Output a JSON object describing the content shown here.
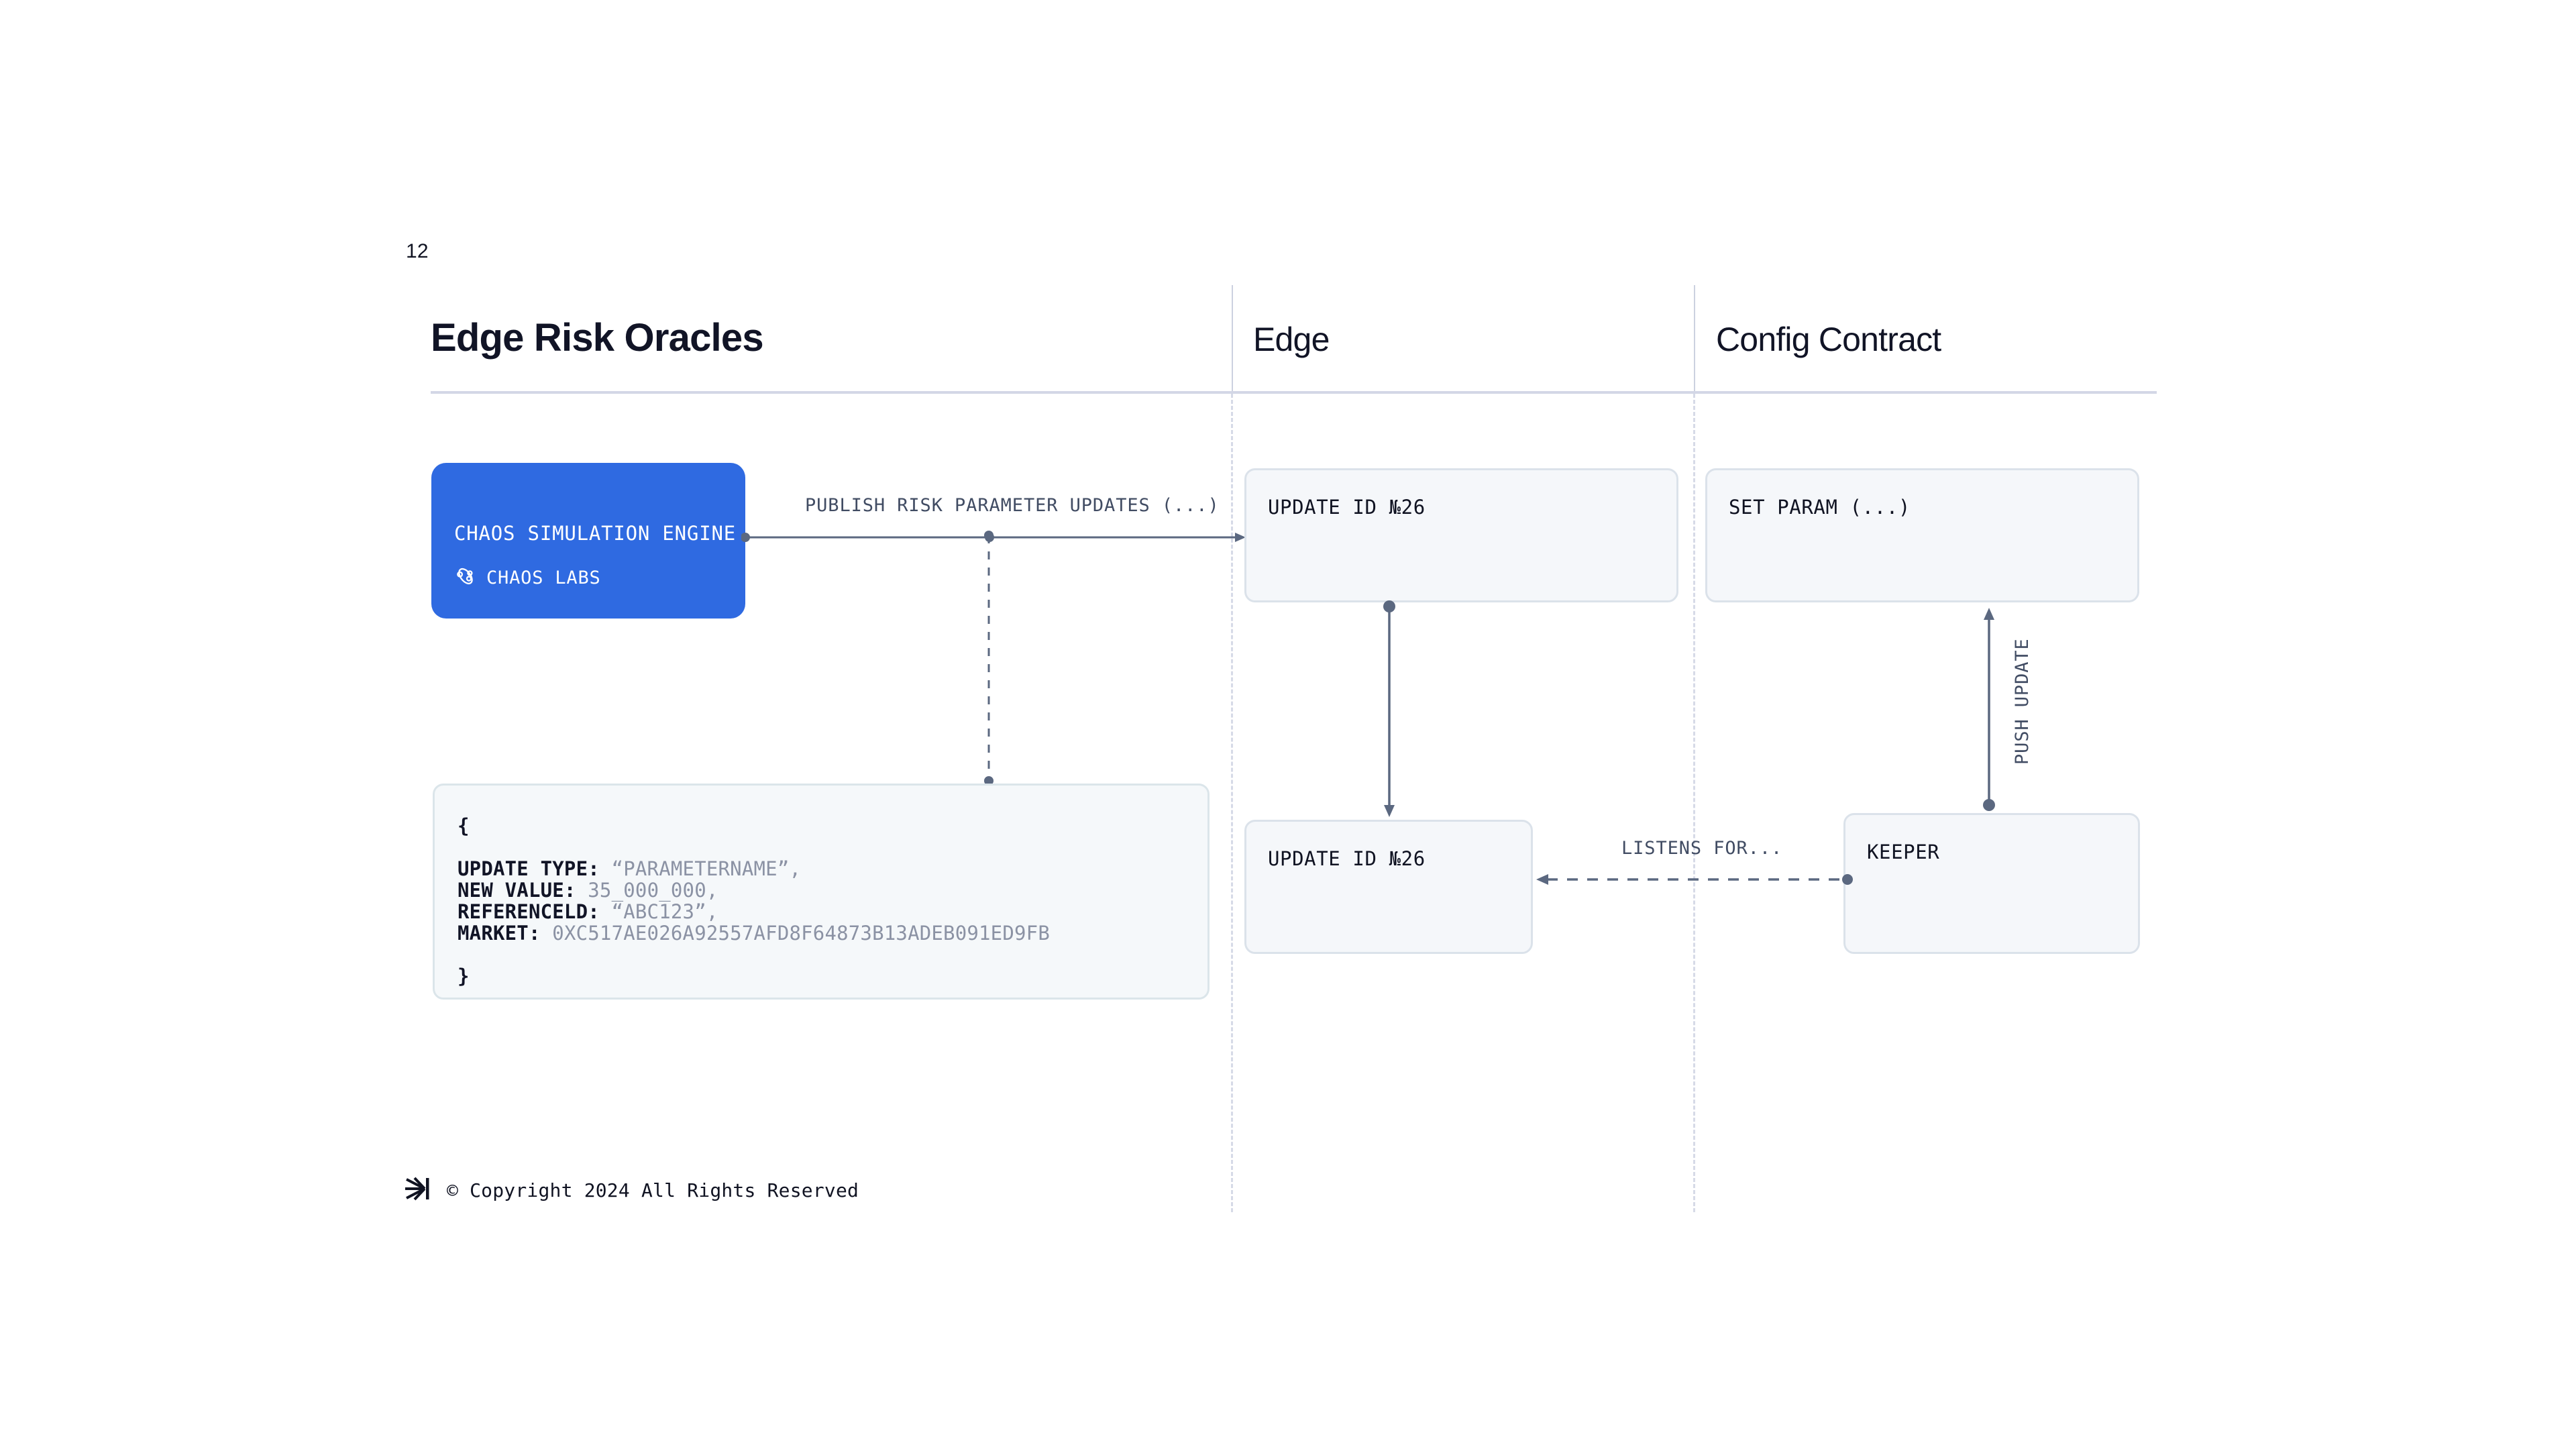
{
  "page": {
    "number": "12"
  },
  "lanes": [
    {
      "title": "Edge Risk Oracles"
    },
    {
      "title": "Edge"
    },
    {
      "title": "Config Contract"
    }
  ],
  "nodes": {
    "chaos_engine": {
      "title": "CHAOS SIMULATION ENGINE",
      "brand": "CHAOS LABS",
      "icon": "chaos-labs-atom-icon",
      "color": "#2f6ae1"
    },
    "update_top": {
      "label": "UPDATE ID №26"
    },
    "update_bottom": {
      "label": "UPDATE ID №26"
    },
    "set_param": {
      "label": "SET PARAM (...)"
    },
    "keeper": {
      "label": "KEEPER"
    }
  },
  "code_box": {
    "lines": [
      {
        "key": "{",
        "value": ""
      },
      {
        "key": "",
        "value": ""
      },
      {
        "key": "UPDATE TYPE:",
        "value": " “PARAMETERNAME”,"
      },
      {
        "key": "NEW VALUE:",
        "value": " 35_000_000,"
      },
      {
        "key": "REFERENCELD:",
        "value": " “ABC123”,"
      },
      {
        "key": "MARKET:",
        "value": " 0XC517AE026A92557AFD8F64873B13ADEB091ED9FB"
      },
      {
        "key": "",
        "value": ""
      },
      {
        "key": "}",
        "value": ""
      }
    ]
  },
  "connectors": {
    "publish": {
      "label": "PUBLISH RISK PARAMETER UPDATES (...)"
    },
    "listens": {
      "label": "LISTENS FOR..."
    },
    "push": {
      "label": "PUSH UPDATE"
    }
  },
  "footer": {
    "text": "© Copyright 2024 All Rights Reserved",
    "icon": "converging-rays-logo-icon"
  },
  "colors": {
    "accent": "#2f6ae1",
    "node_fill": "#f5f7fa",
    "node_border": "#dbe2ea",
    "connector": "#5b6880",
    "divider": "#d6dae7",
    "text": "#101322",
    "muted": "#8b92a4"
  }
}
